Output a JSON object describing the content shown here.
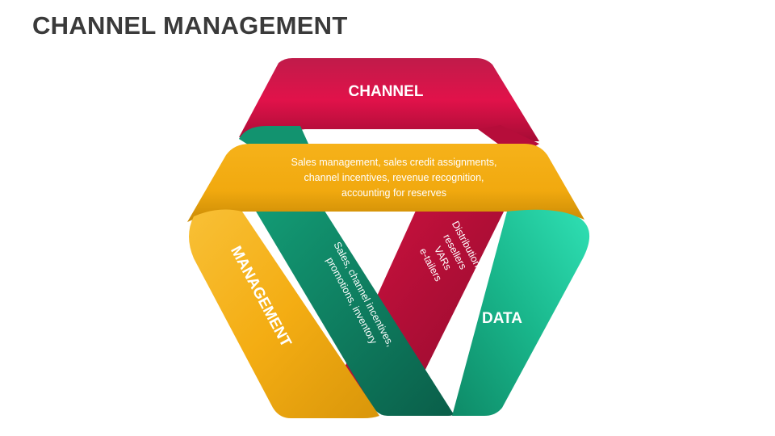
{
  "title": "CHANNEL MANAGEMENT",
  "bands": {
    "channel": {
      "label": "CHANNEL",
      "description": [
        "Sales management, sales credit assignments,",
        "channel incentives, revenue recognition,",
        "accounting for reserves"
      ],
      "color": "#d01141"
    },
    "management": {
      "label": "MANAGEMENT",
      "description": [
        "Sales, channel incentives,",
        "promotions, inventory"
      ],
      "color": "#f7b21b"
    },
    "data": {
      "label": "DATA",
      "description": [
        "Distribution,",
        "resellers",
        "VARs",
        "e-tailers"
      ],
      "color": "#16a37e"
    }
  },
  "colors": {
    "red": "#d01141",
    "red_dark": "#9e0c32",
    "yellow": "#fbb416",
    "yellow_dark": "#c98a05",
    "green": "#16a37e",
    "green_dark": "#0b6b53",
    "title": "#3a3a3a"
  }
}
